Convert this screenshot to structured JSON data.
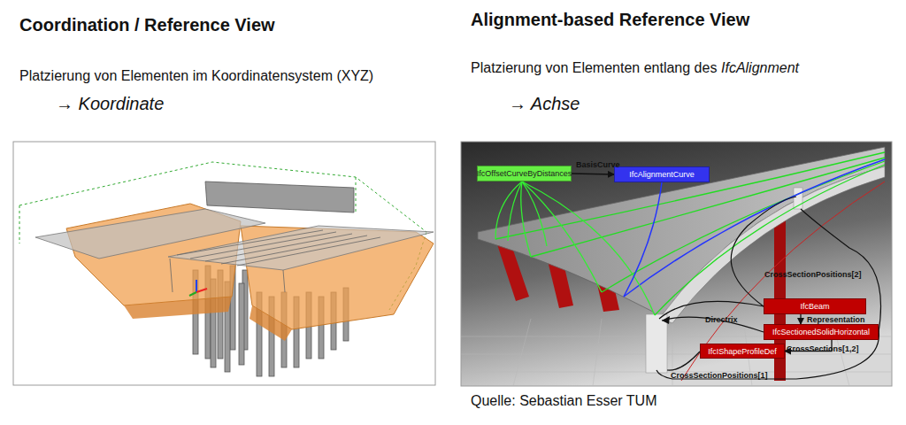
{
  "diagram": {
    "caption": "Quelle: Sebastian Esser TUM",
    "nodes": [
      {
        "text": [
          "IfcOffsetCurveByDistances"
        ]
      },
      {
        "text": [
          "IfcAlignmentCurve"
        ]
      },
      {
        "text": [
          "IfcBeam"
        ]
      },
      {
        "text": [
          "IfcSectionedSolidHorizontal"
        ]
      },
      {
        "text": [
          "IfcIShapeProfileDef"
        ]
      }
    ],
    "edges": [
      {
        "from": 0,
        "to": 1,
        "label": "BasisCurve",
        "arrow": "to"
      },
      {
        "from": 2,
        "to": 3,
        "label": "Representation",
        "arrow": "to"
      },
      {
        "from": 3,
        "to": 4,
        "label": "CrossSections[1,2]",
        "arrow": "to"
      }
    ],
    "labels": [
      "Coordination / Reference View",
      "Platzierung von Elementen im Koordinatensystem (XYZ)",
      "→ Koordinate",
      "Alignment-based Reference View",
      "Platzierung von Elementen entlang des",
      "IfcAlignment",
      "→ Achse",
      "Directrix",
      "CrossSectionPositions[2]",
      "CrossSectionPositions[1]"
    ]
  }
}
